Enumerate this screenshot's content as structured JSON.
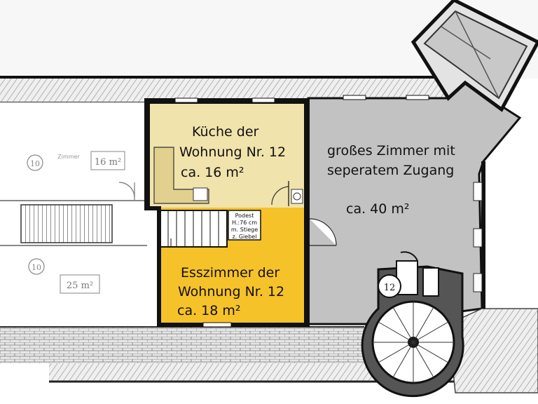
{
  "rooms": {
    "kitchen": {
      "line1": "Küche der",
      "line2": "Wohnung Nr. 12",
      "area": "ca.  16 m²",
      "color": "#f0e3ac"
    },
    "dining": {
      "line1": "Esszimmer der",
      "line2": "Wohnung Nr. 12",
      "area": "ca. 18 m²",
      "color": "#f6c22a"
    },
    "large_room": {
      "line1": "großes Zimmer mit",
      "line2": "seperatem Zugang",
      "area": "ca.  40 m²",
      "color": "#c2c2c2"
    },
    "left_top": {
      "name": "Zimmer",
      "area": "16 m²",
      "number": "10"
    },
    "left_bottom": {
      "area": "25 m²",
      "number": "10"
    }
  },
  "landing": {
    "l1": "Podest",
    "l2": "H.:76 cm",
    "l3": "m. Stiege",
    "l4": "z. Giebel"
  },
  "tower": {
    "number": "12"
  }
}
